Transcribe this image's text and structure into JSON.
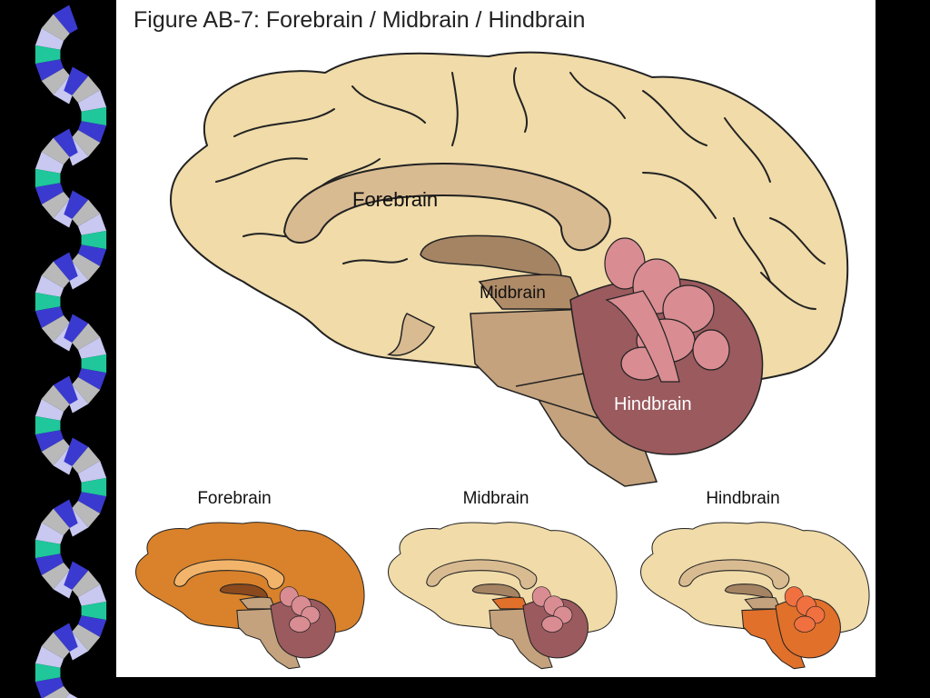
{
  "figure": {
    "title": "Figure AB-7: Forebrain / Midbrain / Hindbrain",
    "labels": {
      "forebrain": "Forebrain",
      "midbrain": "Midbrain",
      "hindbrain": "Hindbrain"
    }
  },
  "thumbnails": [
    {
      "caption": "Forebrain",
      "highlight": "forebrain"
    },
    {
      "caption": "Midbrain",
      "highlight": "midbrain"
    },
    {
      "caption": "Hindbrain",
      "highlight": "hindbrain"
    }
  ],
  "colors": {
    "cortex": "#f0dba9",
    "outline": "#222222",
    "corpus": "#d9bb92",
    "thalamus": "#a58463",
    "brainstem": "#c4a27d",
    "cerebellum": "#9a5a5e",
    "arbor": "#d98c92",
    "forebrain_highlight": "#d9822b",
    "hindbrain_highlight": "#e0702a",
    "ribbon_blue": "#3a3ad0",
    "ribbon_green": "#1fc79a",
    "ribbon_grey": "#b9b9b9",
    "ribbon_lavender": "#c8c8f0"
  }
}
